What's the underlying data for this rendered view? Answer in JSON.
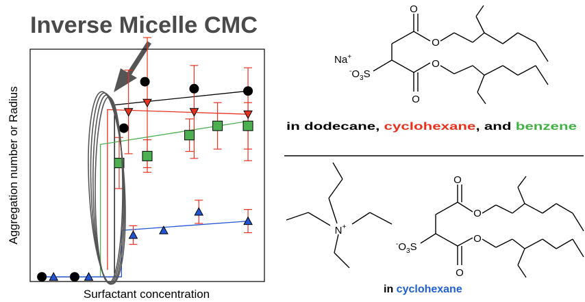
{
  "plot": {
    "title": "Inverse Micelle CMC",
    "xlabel": "Surfactant concentration",
    "ylabel": "Aggregation number or Radius"
  },
  "molecule_top": {
    "cation": "Na",
    "cation_charge": "+",
    "sulfonate_charge": "-",
    "sulfonate_o": "O",
    "sulfonate_sub": "3",
    "sulfonate_s": "S",
    "atom_o": "O",
    "caption_prefix": "in dodecane, ",
    "caption_red": "cyclohexane",
    "caption_mid": ", and ",
    "caption_green": "benzene"
  },
  "molecule_bottom": {
    "ammonium_n": "N",
    "ammonium_charge": "+",
    "caption_prefix": "in ",
    "caption_blue": "cyclohexane"
  },
  "colors": {
    "black_series": "#000000",
    "red_series": "#e8321e",
    "green_series": "#4caf50",
    "blue_series": "#2255d4",
    "red_text": "#e8321e",
    "green_text": "#43b043",
    "blue_text": "#1f5fd6",
    "ellipse": "#555555",
    "title_text": "#4a4a4a"
  },
  "chart_data": {
    "type": "scatter",
    "title": "",
    "xlabel": "Surfactant concentration",
    "ylabel": "Aggregation number or Radius",
    "xlim": [
      0,
      10
    ],
    "ylim": [
      0,
      10
    ],
    "grid": false,
    "series": [
      {
        "marker": "circle",
        "color": "#000000",
        "points": [
          {
            "x": 0.5,
            "y": 0.2
          },
          {
            "x": 1.9,
            "y": 0.2
          },
          {
            "x": 4.0,
            "y": 6.6
          },
          {
            "x": 4.9,
            "y": 8.6
          },
          {
            "x": 7.0,
            "y": 8.3
          },
          {
            "x": 9.3,
            "y": 8.2
          }
        ],
        "fit": [
          [
            0.5,
            0.2
          ],
          [
            3.6,
            0.2
          ],
          [
            3.6,
            7.6
          ],
          [
            9.3,
            8.2
          ]
        ]
      },
      {
        "marker": "triangle-down",
        "color": "#e8321e",
        "points": [
          {
            "x": 4.2,
            "y": 7.3,
            "err": 1.8
          },
          {
            "x": 5.0,
            "y": 7.7,
            "err": 2.8
          },
          {
            "x": 7.0,
            "y": 7.3,
            "err": 2.0
          },
          {
            "x": 9.3,
            "y": 7.2,
            "err": 2.0
          }
        ],
        "fit": [
          [
            3.3,
            0.5
          ],
          [
            3.3,
            7.4
          ],
          [
            9.3,
            7.2
          ]
        ]
      },
      {
        "marker": "square",
        "color": "#4caf50",
        "points": [
          {
            "x": 3.8,
            "y": 5.1,
            "err": 1.1
          },
          {
            "x": 5.0,
            "y": 5.4,
            "err": 0.7
          },
          {
            "x": 6.8,
            "y": 6.3,
            "err": 0.7
          },
          {
            "x": 8.0,
            "y": 6.7,
            "err": 1.0
          },
          {
            "x": 9.3,
            "y": 6.7,
            "err": 1.0
          }
        ],
        "fit": [
          [
            1.5,
            0.2
          ],
          [
            3.0,
            0.2
          ],
          [
            3.0,
            5.9
          ],
          [
            9.3,
            6.9
          ]
        ]
      },
      {
        "marker": "triangle-up",
        "color": "#2255d4",
        "points": [
          {
            "x": 1.0,
            "y": 0.2
          },
          {
            "x": 2.5,
            "y": 0.2
          },
          {
            "x": 4.4,
            "y": 2.0,
            "err": 0.4
          },
          {
            "x": 5.7,
            "y": 2.2
          },
          {
            "x": 7.2,
            "y": 3.0,
            "err": 0.5
          },
          {
            "x": 9.3,
            "y": 2.6,
            "err": 0.5
          }
        ],
        "fit": [
          [
            0.4,
            0.2
          ],
          [
            3.9,
            0.2
          ],
          [
            3.9,
            2.2
          ],
          [
            9.3,
            2.6
          ]
        ]
      }
    ]
  }
}
